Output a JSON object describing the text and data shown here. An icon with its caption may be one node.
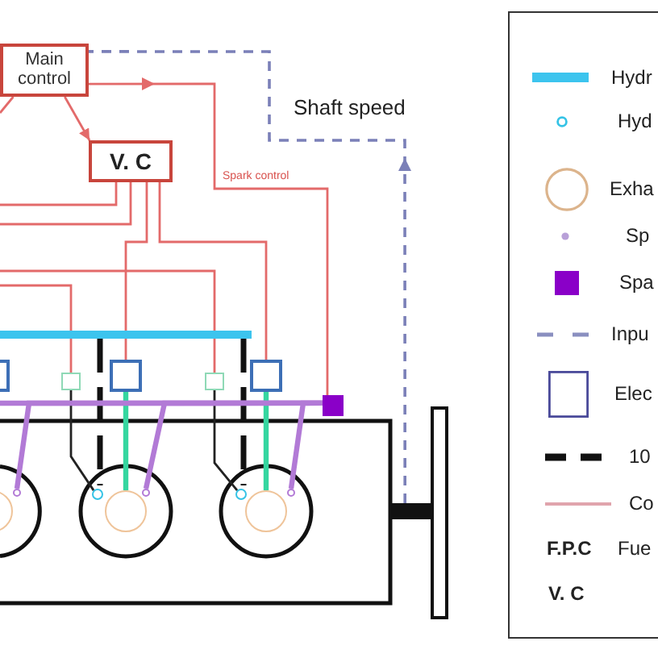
{
  "diagram": {
    "nodes": [
      {
        "text": [
          "Main control"
        ]
      },
      {
        "text": [
          "V. C"
        ]
      },
      {
        "text": [],
        "shape": "box"
      },
      {
        "text": [],
        "shape": "box"
      },
      {
        "text": [],
        "shape": "box"
      },
      {
        "text": [],
        "shape": "box"
      },
      {
        "text": [],
        "shape": "box"
      },
      {
        "text": [],
        "shape": "box"
      },
      {
        "text": [],
        "shape": "circle"
      },
      {
        "text": [],
        "shape": "circle"
      },
      {
        "text": [],
        "shape": "circle"
      },
      {
        "text": [],
        "shape": "circle"
      },
      {
        "text": [],
        "shape": "circle"
      },
      {
        "text": [],
        "shape": "circle"
      },
      {
        "text": [],
        "shape": "circle"
      },
      {
        "text": [],
        "shape": "circle"
      },
      {
        "text": [],
        "shape": "bar"
      }
    ],
    "edges": [
      {
        "from": 0,
        "to": 1,
        "arrow": "to"
      },
      {
        "from": 0,
        "to": null,
        "arrow": "none"
      },
      {
        "from": 0,
        "to": 7,
        "arrow": "to",
        "label": "Spark control"
      },
      {
        "from": 16,
        "to": 0,
        "arrow": "to",
        "label": "Shaft speed",
        "style": "dashed",
        "color": "#7b80b8"
      },
      {
        "from": 1,
        "to": null,
        "arrow": "none"
      },
      {
        "from": 1,
        "to": null,
        "arrow": "none"
      },
      {
        "from": 1,
        "to": 4,
        "arrow": "none"
      },
      {
        "from": 1,
        "to": 6,
        "arrow": "none"
      },
      {
        "from": null,
        "to": 3,
        "arrow": "none"
      },
      {
        "from": null,
        "to": 5,
        "arrow": "none"
      },
      {
        "from": 3,
        "to": 9,
        "arrow": "none",
        "color": "#222222"
      },
      {
        "from": 4,
        "to": 14,
        "arrow": "none",
        "style": "thick",
        "color": "#35d6a0"
      },
      {
        "from": 5,
        "to": 11,
        "arrow": "none",
        "color": "#222222"
      },
      {
        "from": 6,
        "to": 15,
        "arrow": "none",
        "style": "thick",
        "color": "#35d6a0"
      },
      {
        "from": 7,
        "to": 8,
        "arrow": "none",
        "style": "thick",
        "color": "#b27ad6"
      },
      {
        "from": 7,
        "to": 10,
        "arrow": "none",
        "style": "thick",
        "color": "#b27ad6"
      },
      {
        "from": 7,
        "to": 12,
        "arrow": "none",
        "style": "thick",
        "color": "#b27ad6"
      }
    ],
    "labels": [
      "F.P.C",
      "V. C"
    ],
    "legend": [
      {
        "text": "Hydr",
        "color": "#3cc4ee"
      },
      {
        "text": "Hyd"
      },
      {
        "text": "Exha"
      },
      {
        "text": "Sp"
      },
      {
        "text": "Spa",
        "color": "#8a00c8"
      },
      {
        "text": "Inpu"
      },
      {
        "text": "Elec"
      },
      {
        "text": "10"
      },
      {
        "text": "Co"
      },
      {
        "text": "Fue"
      }
    ]
  }
}
